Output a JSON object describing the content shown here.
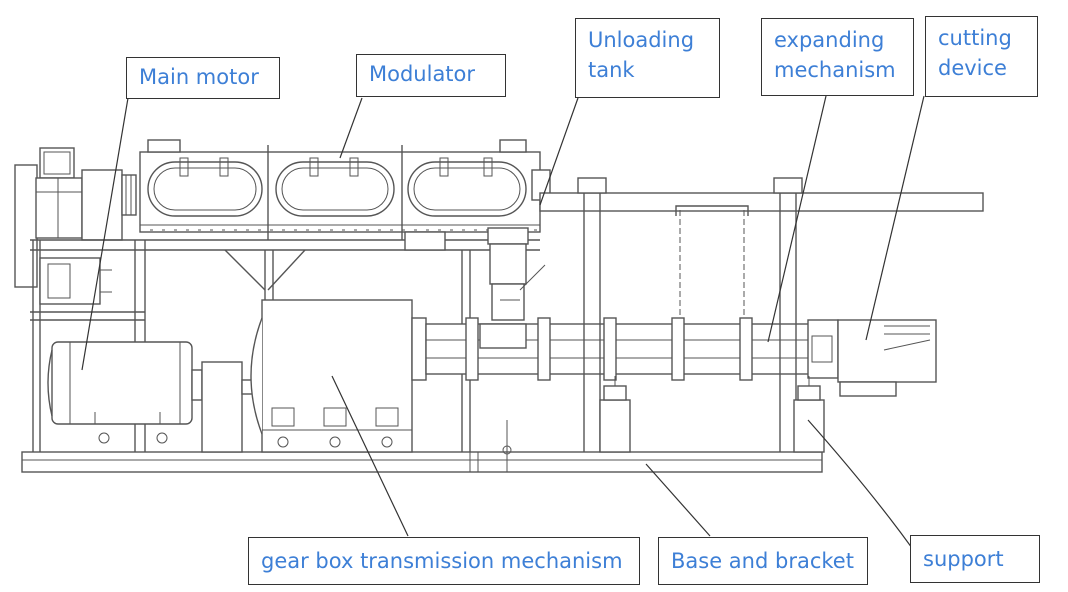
{
  "labels": {
    "main_motor": "Main motor",
    "modulator": "Modulator",
    "unloading_tank_line1": "Unloading",
    "unloading_tank_line2": "tank",
    "expanding_mechanism_line1": "expanding",
    "expanding_mechanism_line2": "mechanism",
    "cutting_device_line1": "cutting",
    "cutting_device_line2": "device",
    "gear_box": "gear box transmission mechanism",
    "base_and_bracket": "Base and bracket",
    "support": "support"
  },
  "colors": {
    "label_text": "#3d7fd6",
    "label_border": "#333333",
    "drawing_line": "#555555"
  }
}
